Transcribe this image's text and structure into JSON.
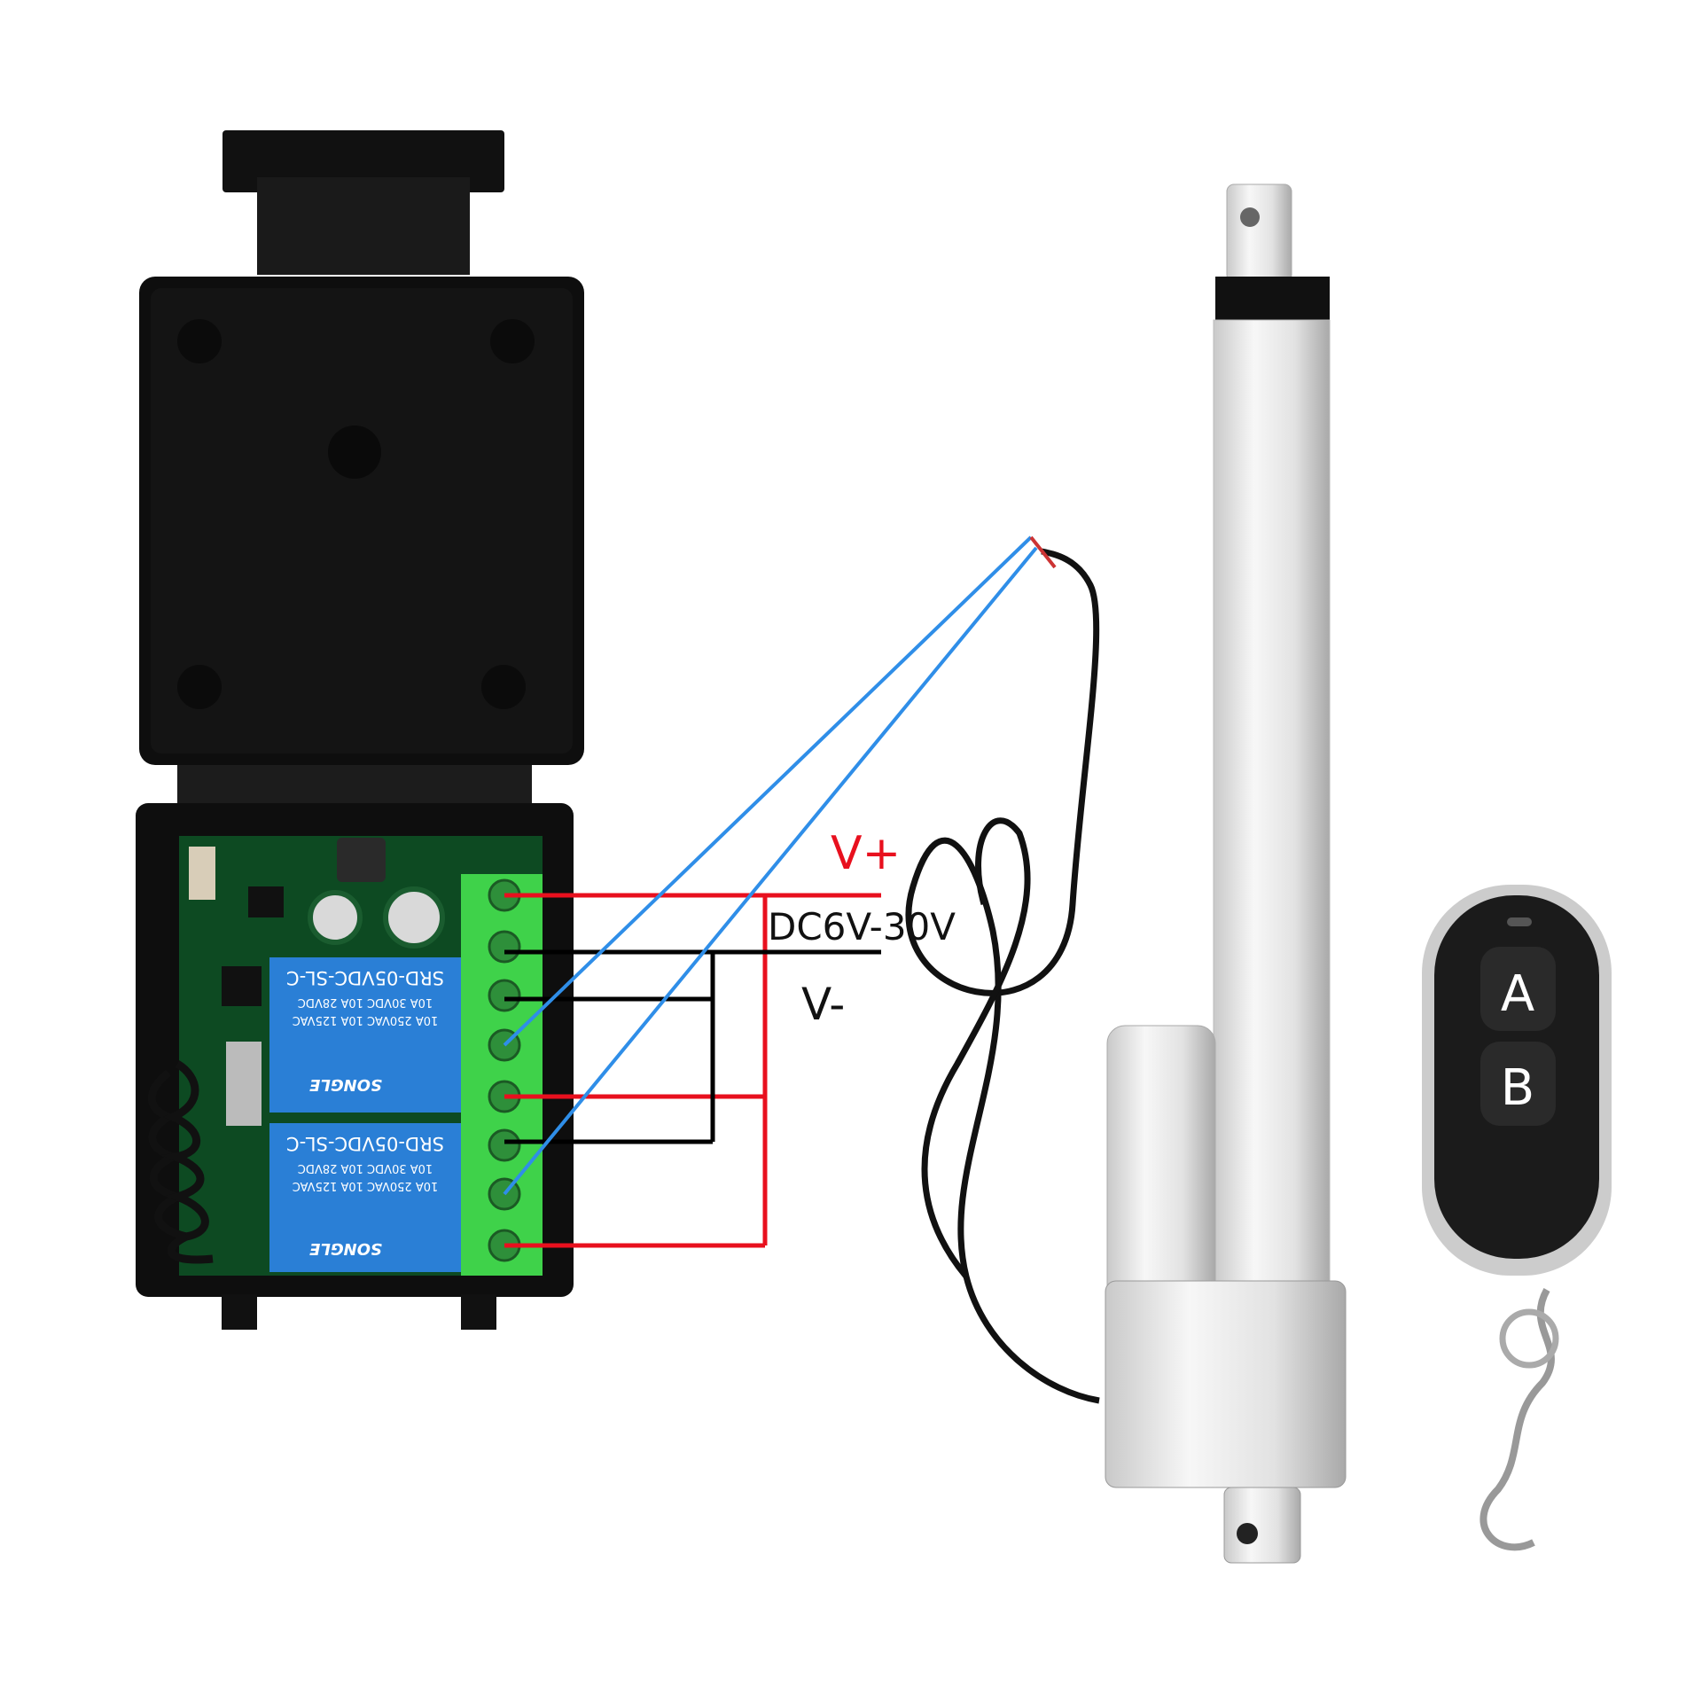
{
  "labels": {
    "v_plus": "V+",
    "voltage": "DC6V-30V",
    "v_minus": "V-"
  },
  "relay": {
    "model": "SRD-05VDC-SL-C",
    "rating1": "10A 250VAC  10A 125VAC",
    "rating2": "10A 30VDC  10A 28VDC",
    "brand": "SONGLE"
  },
  "remote": {
    "button_a": "A",
    "button_b": "B"
  },
  "colors": {
    "positive_wire": "#e8101e",
    "negative_wire": "#000000",
    "actuator_wire": "#2f8ee8",
    "terminal_block": "#3fd24a",
    "relay": "#2a7fd6",
    "pcb": "#0d4a22"
  }
}
